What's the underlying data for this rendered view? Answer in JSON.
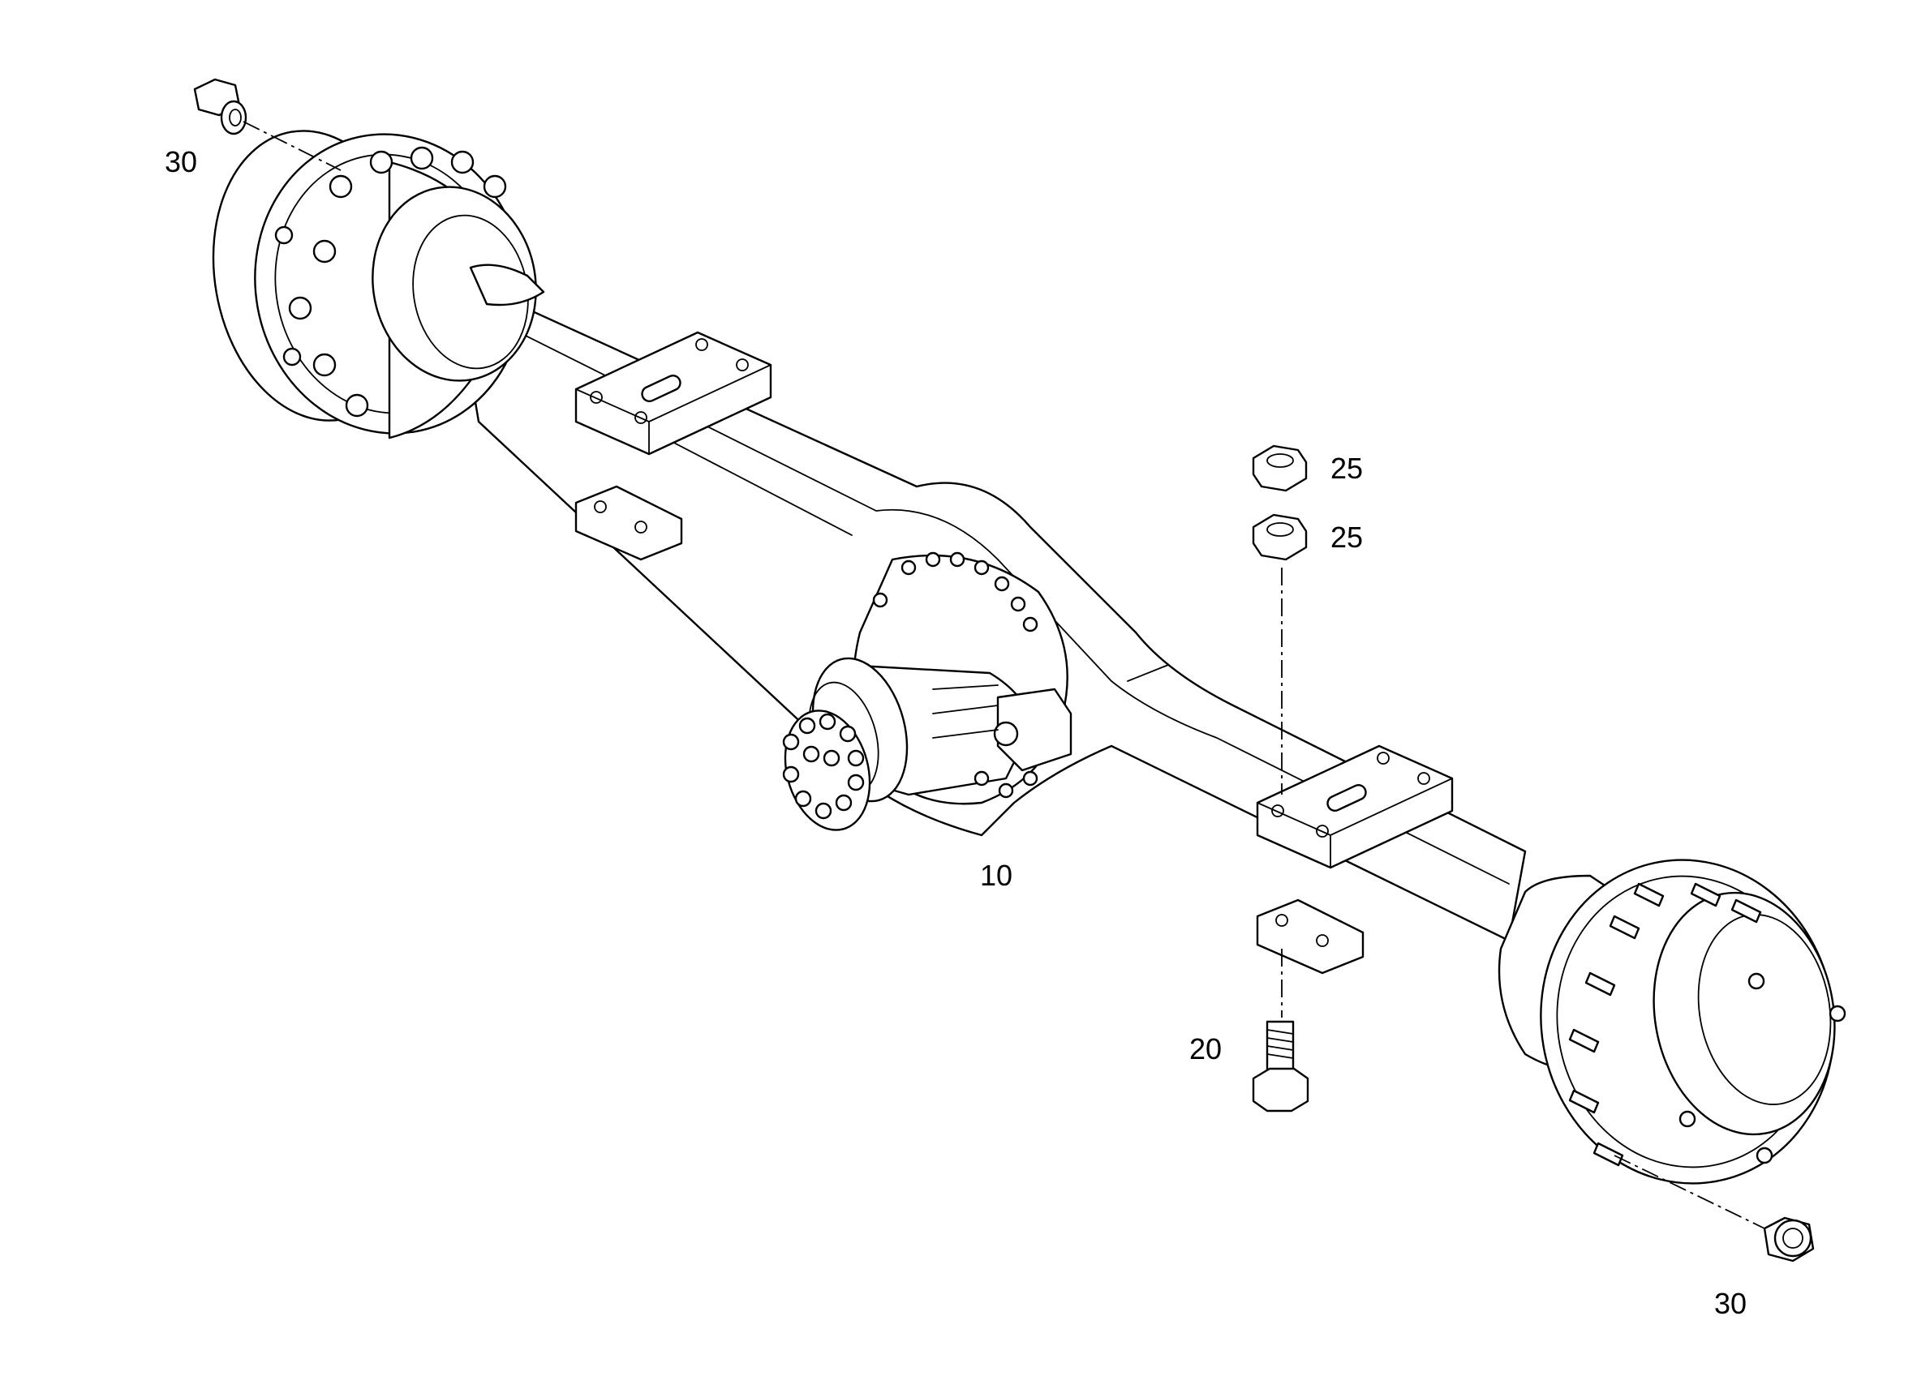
{
  "callouts": {
    "axle_assembly": "10",
    "bolt": "20",
    "nut_upper": "25",
    "nut_lower": "25",
    "wheel_nut_left": "30",
    "wheel_nut_right": "30"
  },
  "colors": {
    "line": "#000000",
    "background": "#ffffff"
  }
}
